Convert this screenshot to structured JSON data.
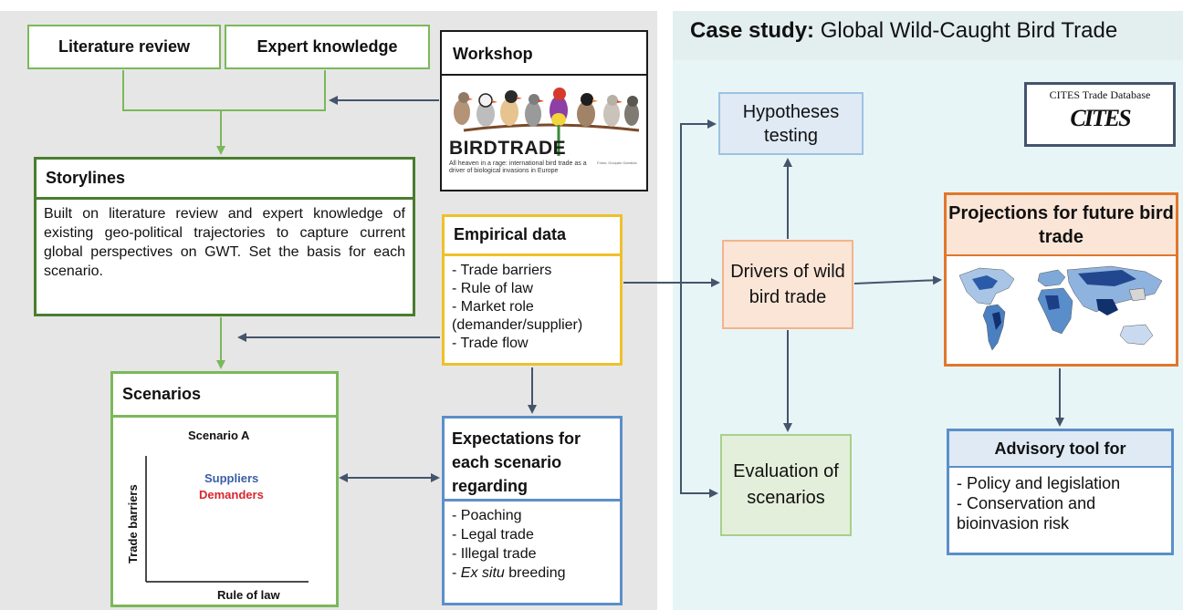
{
  "left_panel": {
    "literature_review": "Literature review",
    "expert_knowledge": "Expert knowledge",
    "workshop": {
      "title": "Workshop",
      "image_title": "BIRDTRADE",
      "image_subtitle": "All heaven in a rage: international bird trade as a driver of biological invasions in Europe",
      "image_credit": "Fotos: Gonçalo Gambôa"
    },
    "storylines": {
      "title": "Storylines",
      "text": "Built on literature review and expert knowledge of existing geo-political trajectories to capture current global perspectives on GWT. Set the basis for each scenario."
    },
    "empirical_data": {
      "title": "Empirical data",
      "items": [
        "- Trade barriers",
        "- Rule of law",
        "- Market role",
        "(demander/supplier)",
        "- Trade flow"
      ]
    },
    "scenarios": {
      "title": "Scenarios",
      "chart_title": "Scenario A",
      "y_axis": "Trade barriers",
      "x_axis": "Rule of law",
      "suppliers_label": "Suppliers",
      "demanders_label": "Demanders",
      "suppliers_color": "#3a5ea8",
      "demanders_color": "#d8262b"
    },
    "expectations": {
      "title": "Expectations for each scenario regarding",
      "items": [
        "- Poaching",
        "- Legal trade",
        "- Illegal trade"
      ],
      "last_item_prefix": "- ",
      "last_item_italic": "Ex situ",
      "last_item_rest": " breeding"
    }
  },
  "right_panel": {
    "title_bold": "Case study:",
    "title_rest": " Global Wild-Caught Bird Trade",
    "hypotheses": "Hypotheses testing",
    "drivers": "Drivers of wild bird trade",
    "evaluation": "Evaluation of scenarios",
    "cites": {
      "title": "CITES Trade Database",
      "logo_text": "CITES"
    },
    "projections": {
      "title": "Projections for future bird trade"
    },
    "advisory": {
      "title": "Advisory tool for",
      "items": [
        "- Policy and legislation",
        "- Conservation and",
        "bioinvasion risk"
      ]
    }
  },
  "colors": {
    "left_bg": "#e6e6e6",
    "right_bg": "#e8f5f7",
    "green_border": "#7bb85a",
    "dark_green_border": "#4a7d2f",
    "yellow_border": "#f0c02a",
    "blue_border": "#5b8fc9",
    "orange_border": "#e0772c",
    "navy_border": "#44546b",
    "arrow_dark": "#44546b",
    "arrow_green": "#7bb85a"
  }
}
